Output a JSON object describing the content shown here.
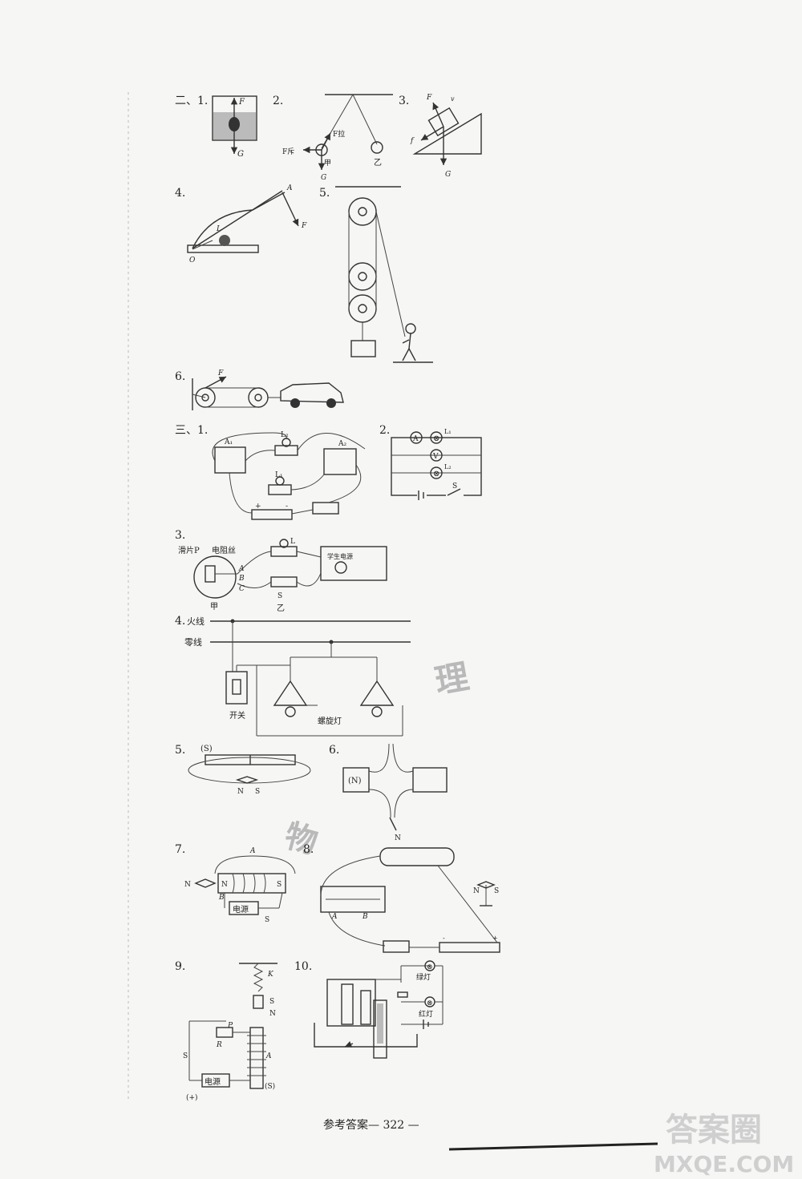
{
  "sections": {
    "s2_1": "二、1.",
    "s2_2": "2.",
    "s2_3": "3.",
    "s2_4": "4.",
    "s2_5": "5.",
    "s2_6": "6.",
    "s3_1": "三、1.",
    "s3_2": "2.",
    "s3_3": "3.",
    "s3_4": "4.",
    "s3_5": "5.",
    "s3_6": "6.",
    "s3_7": "7.",
    "s3_8": "8.",
    "s3_9": "9.",
    "s3_10": "10."
  },
  "fig_labels": {
    "F": "F",
    "G": "G",
    "f": "f",
    "v": "v",
    "A": "A",
    "L": "L",
    "O": "O",
    "F_pull": "F拉",
    "F_repel": "F斥",
    "jia": "甲",
    "yi": "乙",
    "A1": "A₁",
    "A2": "A₂",
    "L1": "L₁",
    "L2": "L₂",
    "V": "V",
    "S": "S",
    "plus": "+",
    "minus": "-",
    "slider_p": "滑片P",
    "resistance_wire": "电阻丝",
    "B": "B",
    "C": "C",
    "power_label": "学生电源",
    "live_wire": "火线",
    "neutral_wire": "零线",
    "switch_label": "开关",
    "screw_lamp": "螺旋灯",
    "S_paren": "(S)",
    "N_paren": "(N)",
    "N": "N",
    "power": "电源",
    "K": "K",
    "P": "P",
    "R": "R",
    "plus_paren": "(+)",
    "green_lamp": "绿灯",
    "red_lamp": "红灯"
  },
  "watermarks": {
    "li": "理",
    "wu": "物"
  },
  "footer": {
    "page_label": "参考答案— 322 —"
  },
  "site_logo": {
    "line1": "答案圈",
    "line2": "MXQE.COM"
  }
}
